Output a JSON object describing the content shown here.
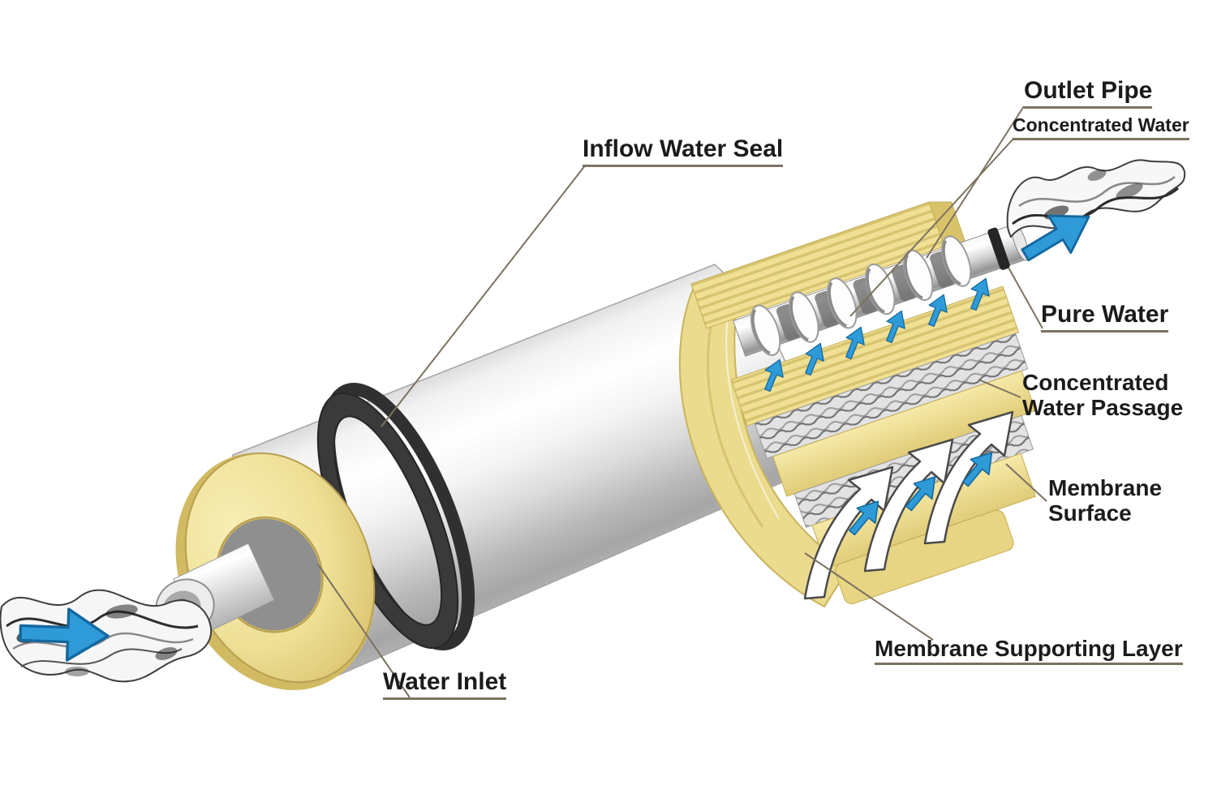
{
  "labels": {
    "outlet_pipe": "Outlet Pipe",
    "concentrated_water": "Concentrated Water",
    "inflow_water_seal": "Inflow Water Seal",
    "pure_water": "Pure Water",
    "concentrated_water_passage": "Concentrated Water Passage",
    "membrane_surface": "Membrane Surface",
    "membrane_supporting_layer": "Membrane Supporting Layer",
    "water_inlet": "Water Inlet"
  },
  "colors": {
    "background": "#FFFFFF",
    "membrane_yellow": "#F0E093",
    "membrane_yellow_dark": "#D8C470",
    "flow_arrow_blue": "#2E9BD8",
    "seal_ring_dark": "#3A3A3A",
    "leader_line_brown": "#7C7260",
    "label_text": "#1B1B1B",
    "cylinder_gray": "#BFBFBF"
  },
  "icons": {
    "flow_arrow": "➜",
    "permeate_arrow": "⤴"
  }
}
